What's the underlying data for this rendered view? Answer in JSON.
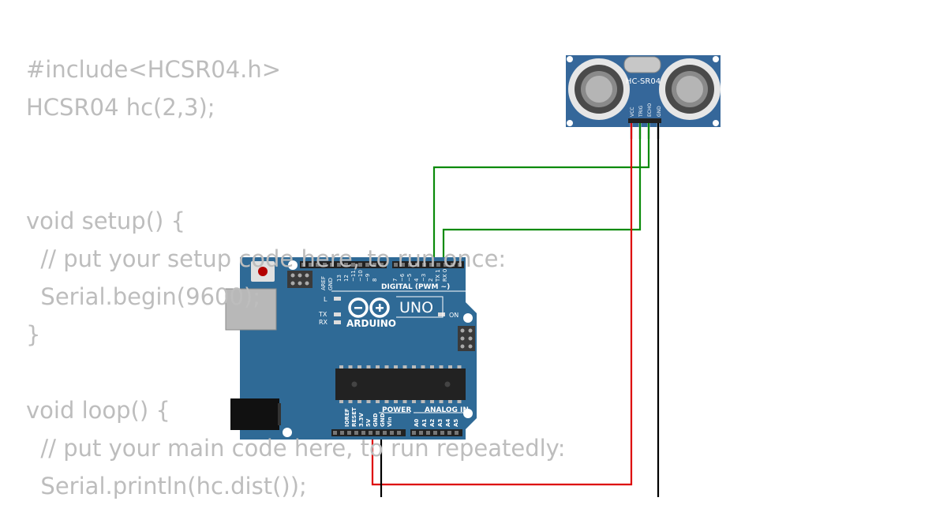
{
  "code_lines": [
    "#include<HCSR04.h>",
    "HCSR04 hc(2,3);",
    "",
    "",
    "void setup() {",
    "  // put your setup code here, to run once:",
    "  Serial.begin(9600);",
    "}",
    "",
    "void loop() {",
    "  // put your main code here, to run repeatedly:",
    "  Serial.println(hc.dist());"
  ],
  "sensor": {
    "model": "HC-SR04",
    "pins": [
      "VCC",
      "TRIG",
      "ECHO",
      "GND"
    ]
  },
  "arduino": {
    "logo": "ARDUINO",
    "model": "UNO",
    "digital_label": "DIGITAL (PWM ~)",
    "power_label": "POWER",
    "analog_label": "ANALOG IN",
    "on_label": "ON",
    "l_label": "L",
    "tx_label": "TX",
    "rx_label": "RX",
    "aref": "AREF",
    "gnd": "GND",
    "digital_pins": [
      "13",
      "12",
      "~11",
      "~10",
      "~9",
      "8",
      "7",
      "~6",
      "~5",
      "4",
      "~3",
      "2",
      "TX 1",
      "RX 0"
    ],
    "power_pins": [
      "IOREF",
      "RESET",
      "3.3V",
      "5V",
      "GND",
      "GND",
      "Vin"
    ],
    "analog_pins": [
      "A0",
      "A1",
      "A2",
      "A3",
      "A4",
      "A5"
    ]
  },
  "wire_colors": {
    "trig": "#0a8a0a",
    "echo": "#0a8a0a",
    "vcc": "#dd0000",
    "gnd": "#000000"
  },
  "colors": {
    "board": "#2f6a96",
    "sensor_board": "#35679a",
    "code_text": "#bdbdbd"
  }
}
